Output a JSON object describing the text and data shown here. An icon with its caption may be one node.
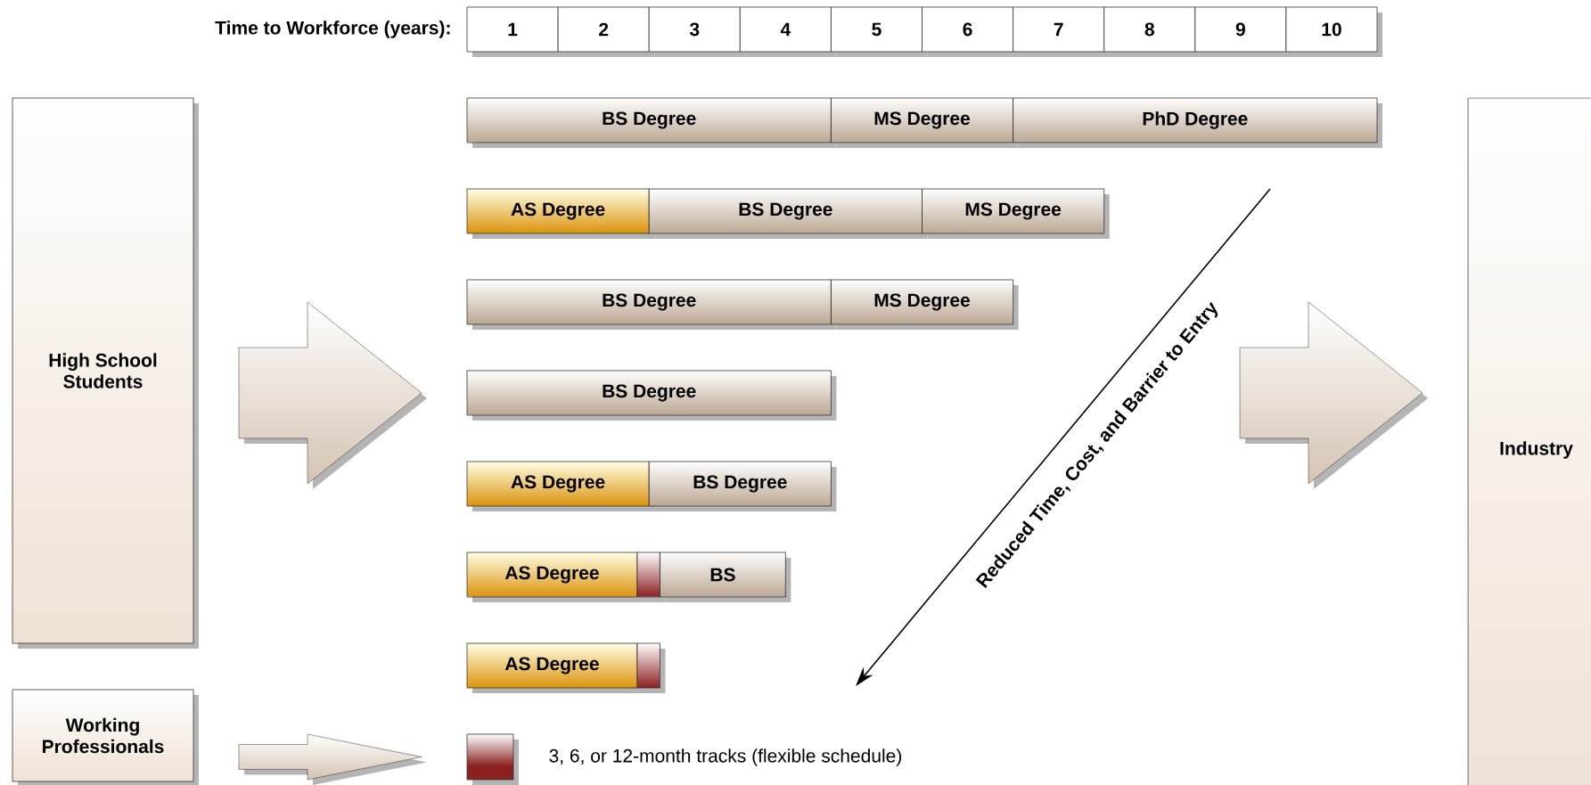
{
  "diagram": {
    "nodes": [
      {
        "text": [
          "1"
        ]
      },
      {
        "text": [
          "2"
        ]
      },
      {
        "text": [
          "3"
        ]
      },
      {
        "text": [
          "4"
        ]
      },
      {
        "text": [
          "5"
        ]
      },
      {
        "text": [
          "6"
        ]
      },
      {
        "text": [
          "7"
        ]
      },
      {
        "text": [
          "8"
        ]
      },
      {
        "text": [
          "9"
        ]
      },
      {
        "text": [
          "10"
        ]
      },
      {
        "text": [
          "High School Students"
        ]
      },
      {
        "text": [
          "BS Degree"
        ]
      },
      {
        "text": [
          "MS Degree"
        ]
      },
      {
        "text": [
          "PhD Degree"
        ]
      },
      {
        "text": [
          "AS Degree"
        ]
      },
      {
        "text": [
          "BS Degree"
        ]
      },
      {
        "text": [
          "MS Degree"
        ]
      },
      {
        "text": [
          "BS Degree"
        ]
      },
      {
        "text": [
          "MS Degree"
        ]
      },
      {
        "text": [
          "BS Degree"
        ]
      },
      {
        "text": [
          "AS Degree"
        ]
      },
      {
        "text": [
          "BS Degree"
        ]
      },
      {
        "text": [
          "AS Degree"
        ]
      },
      {
        "text": [],
        "shape": "box"
      },
      {
        "text": [
          "BS"
        ]
      },
      {
        "text": [
          "AS Degree"
        ]
      },
      {
        "text": [],
        "shape": "box"
      },
      {
        "text": [
          "Working Professionals"
        ]
      },
      {
        "text": [
          "Industry"
        ]
      }
    ],
    "edges": [
      {
        "from": 10,
        "to": 19,
        "arrow": "to"
      },
      {
        "from": null,
        "to": 28,
        "arrow": "to"
      },
      {
        "from": 27,
        "to": null,
        "arrow": "to"
      }
    ],
    "labels": [
      "Time to Workforce (years):",
      "Reduced Time, Cost, and Barrier to Entry"
    ],
    "legend": [
      {
        "text": "3, 6, or 12-month tracks (flexible schedule)",
        "color": "#8b2020"
      }
    ]
  }
}
